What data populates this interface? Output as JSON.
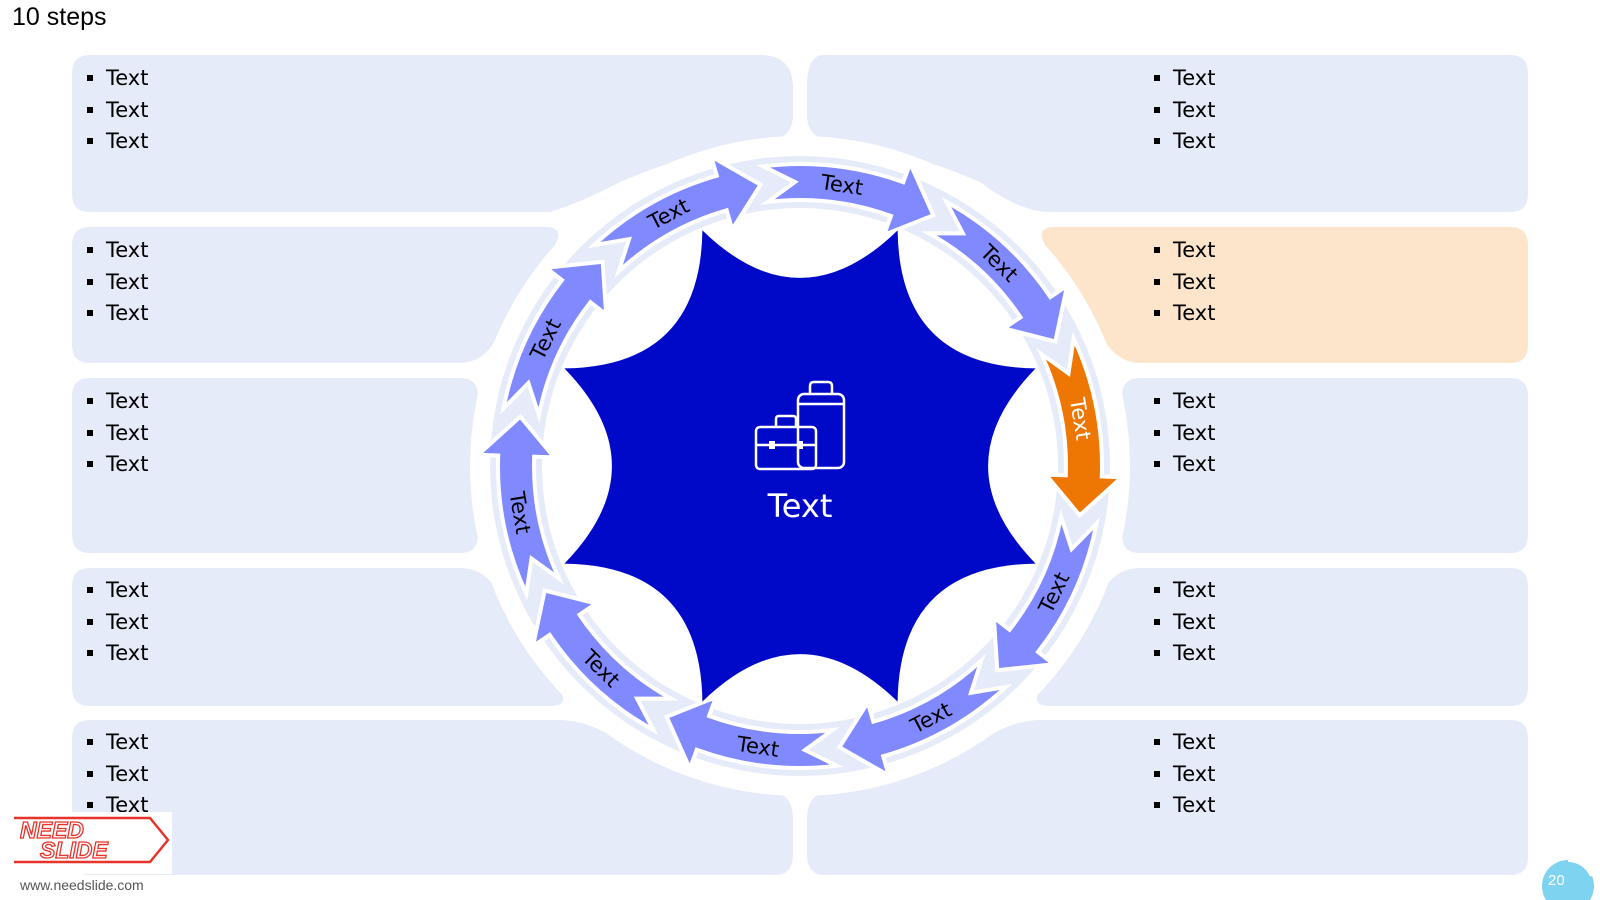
{
  "title": "10 steps",
  "center": {
    "label": "Text",
    "icon": "luggage-icon",
    "color": "#0009c8"
  },
  "colors": {
    "arrow": "#8089fd",
    "arrow_highlight": "#ee7602",
    "panel": "#e6ebfa",
    "panel_highlight": "#fde5cc",
    "ring": "#e6ebfa"
  },
  "steps": [
    {
      "label": "Text"
    },
    {
      "label": "Text"
    },
    {
      "label": "Text"
    },
    {
      "label": "Text"
    },
    {
      "label": "Text"
    },
    {
      "label": "Text"
    },
    {
      "label": "Text"
    },
    {
      "label": "Text"
    },
    {
      "label": "Text"
    },
    {
      "label": "Text"
    }
  ],
  "highlighted_step": "step-3",
  "panels": {
    "left": [
      {
        "bullets": [
          "Text",
          "Text",
          "Text"
        ]
      },
      {
        "bullets": [
          "Text",
          "Text",
          "Text"
        ]
      },
      {
        "bullets": [
          "Text",
          "Text",
          "Text"
        ]
      },
      {
        "bullets": [
          "Text",
          "Text",
          "Text"
        ]
      },
      {
        "bullets": [
          "Text",
          "Text",
          "Text"
        ]
      }
    ],
    "right": [
      {
        "bullets": [
          "Text",
          "Text",
          "Text"
        ]
      },
      {
        "bullets": [
          "Text",
          "Text",
          "Text"
        ]
      },
      {
        "bullets": [
          "Text",
          "Text",
          "Text"
        ]
      },
      {
        "bullets": [
          "Text",
          "Text",
          "Text"
        ]
      },
      {
        "bullets": [
          "Text",
          "Text",
          "Text"
        ]
      }
    ]
  },
  "logo": {
    "text_top": "NEED",
    "text_bottom": "SLIDE",
    "url": "www.needslide.com"
  },
  "page_number": "20"
}
